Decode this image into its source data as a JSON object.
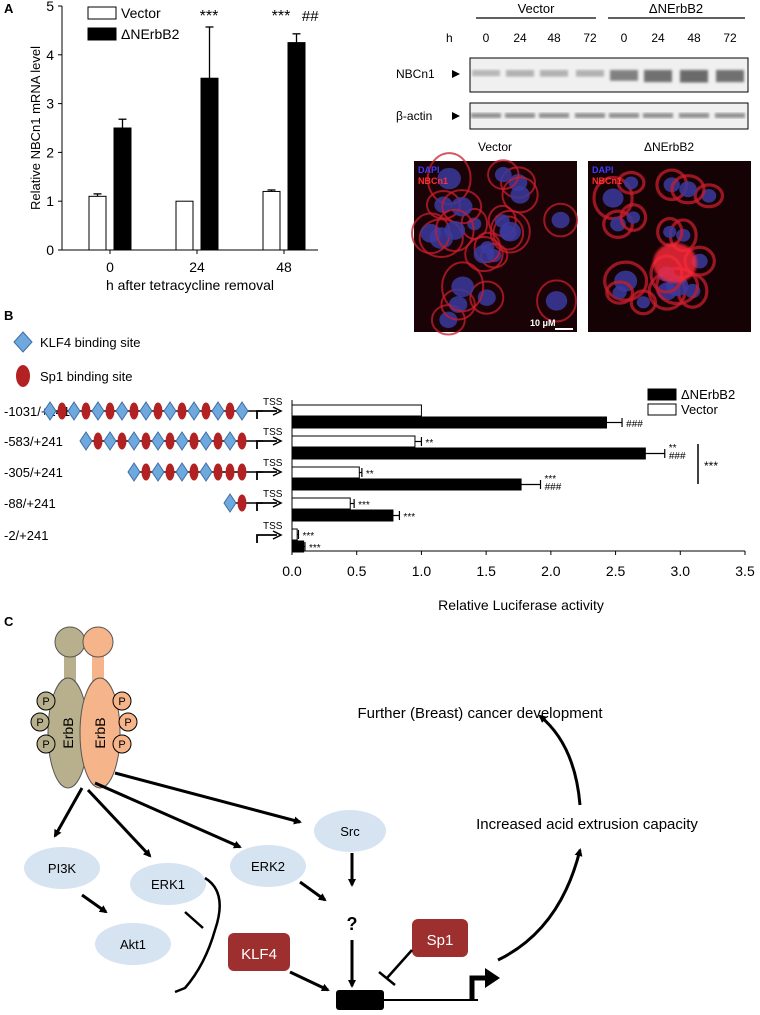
{
  "panel_labels": {
    "a": "A",
    "b": "B",
    "c": "C"
  },
  "colors": {
    "blot_bg": "#f0f0f0",
    "band": "#9a9a9a",
    "cell_red": "#c81e2e",
    "nucleus_blue": "#3b3a9e",
    "klf4_diamond": "#6fa8dc",
    "sp1_oval": "#b22222",
    "node_blue": "#d6e3f1",
    "node_red": "#9e2f2f",
    "erbb_left": "#b8b08c",
    "erbb_right": "#f5b48a"
  },
  "panelA": {
    "legend": [
      "Vector",
      "ΔNErbB2"
    ],
    "sig": [
      "***",
      "***",
      "##"
    ]
  },
  "blot": {
    "groups": [
      "Vector",
      "ΔNErbB2"
    ],
    "h_label": "h",
    "times": [
      "0",
      "24",
      "48",
      "72",
      "0",
      "24",
      "48",
      "72"
    ],
    "rows": [
      "NBCn1",
      "β-actin"
    ]
  },
  "micrographs": {
    "titles": [
      "Vector",
      "ΔNErbB2"
    ],
    "dapi": "DAPI",
    "stain": "NBCn1",
    "scale": "10 μM"
  },
  "panelB": {
    "legend_sites": [
      "KLF4 binding site",
      "Sp1 binding site"
    ],
    "constructs": [
      {
        "label": "-1031/+241",
        "diamonds": 9,
        "ovals": 8
      },
      {
        "label": "-583/+241",
        "diamonds": 7,
        "ovals": 7
      },
      {
        "label": "-305/+241",
        "diamonds": 4,
        "ovals": 6
      },
      {
        "label": "-88/+241",
        "diamonds": 1,
        "ovals": 1
      },
      {
        "label": "-2/+241",
        "diamonds": 0,
        "ovals": 0
      }
    ],
    "tss": "TSS",
    "bar_legend": [
      "ΔNErbB2",
      "Vector"
    ],
    "vec_sig": [
      "",
      "**",
      "**",
      "***",
      "***"
    ],
    "erb_sig": [
      "###",
      "**\n###",
      "***\n###",
      "***",
      "***"
    ],
    "bracket_sig": "***"
  },
  "pathway": {
    "receptor_labels": [
      "ErbB",
      "ErbB"
    ],
    "phospho": "P",
    "nodes": [
      "PI3K",
      "ERK1",
      "ERK2",
      "Src",
      "Akt1"
    ],
    "tf": [
      "KLF4",
      "Sp1"
    ],
    "question": "?",
    "outcome1": "Increased acid extrusion capacity",
    "outcome2": "Further (Breast) cancer development"
  },
  "chart_data": [
    {
      "type": "bar",
      "categories": [
        "0",
        "24",
        "48"
      ],
      "series": [
        {
          "name": "Vector",
          "values": [
            1.1,
            1.0,
            1.2
          ],
          "errors": [
            0.05,
            0.0,
            0.03
          ]
        },
        {
          "name": "ΔNErbB2",
          "values": [
            2.5,
            3.52,
            4.25
          ],
          "errors": [
            0.18,
            1.05,
            0.18
          ]
        }
      ],
      "xlabel": "h after tetracycline removal",
      "ylabel": "Relative NBCn1 mRNA level",
      "ylim": [
        0,
        5
      ],
      "yticks": [
        "0",
        "1",
        "2",
        "3",
        "4",
        "5"
      ]
    },
    {
      "type": "bar",
      "orientation": "horizontal",
      "categories": [
        "-1031/+241",
        "-583/+241",
        "-305/+241",
        "-88/+241",
        "-2/+241"
      ],
      "series": [
        {
          "name": "Vector",
          "values": [
            1.0,
            0.95,
            0.52,
            0.45,
            0.04
          ],
          "errors": [
            0,
            0.05,
            0.02,
            0.03,
            0.01
          ]
        },
        {
          "name": "ΔNErbB2",
          "values": [
            2.43,
            2.73,
            1.77,
            0.78,
            0.09
          ],
          "errors": [
            0.12,
            0.15,
            0.15,
            0.05,
            0.01
          ]
        }
      ],
      "xlabel": "Relative Luciferase activity",
      "xlim": [
        0,
        3.5
      ],
      "xticks": [
        "0.0",
        "0.5",
        "1.0",
        "1.5",
        "2.0",
        "2.5",
        "3.0",
        "3.5"
      ]
    }
  ]
}
